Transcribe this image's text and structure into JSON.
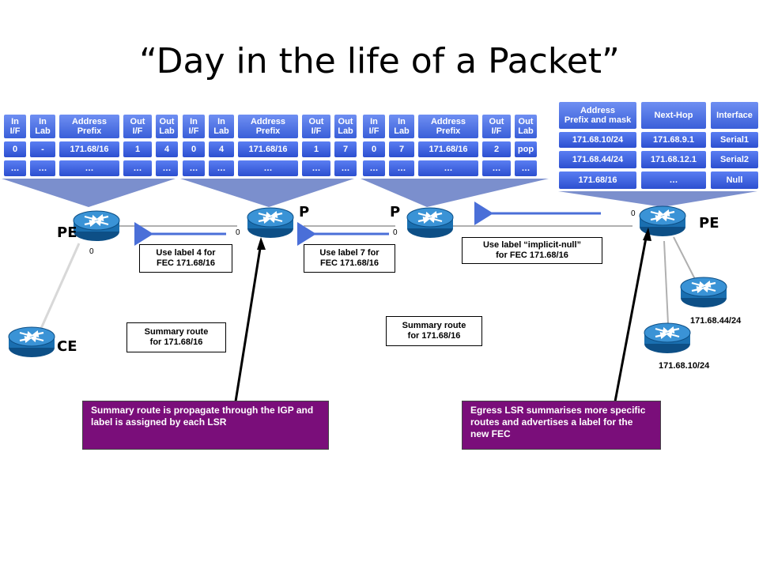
{
  "title": "“Day in the life of a Packet”",
  "lfib_headers": [
    "In\nI/F",
    "In\nLab",
    "Address\nPrefix",
    "Out\nI/F",
    "Out\nLab"
  ],
  "lfib_tables": [
    {
      "rows": [
        [
          "0",
          "-",
          "171.68/16",
          "1",
          "4"
        ],
        [
          "…",
          "…",
          "…",
          "…",
          "…"
        ]
      ]
    },
    {
      "rows": [
        [
          "0",
          "4",
          "171.68/16",
          "1",
          "7"
        ],
        [
          "…",
          "…",
          "…",
          "…",
          "…"
        ]
      ]
    },
    {
      "rows": [
        [
          "0",
          "7",
          "171.68/16",
          "2",
          "pop"
        ],
        [
          "…",
          "…",
          "…",
          "…",
          "…"
        ]
      ]
    }
  ],
  "routing_table": {
    "headers": [
      "Address\nPrefix and mask",
      "Next-Hop",
      "Interface"
    ],
    "rows": [
      [
        "171.68.10/24",
        "171.68.9.1",
        "Serial1"
      ],
      [
        "171.68.44/24",
        "171.68.12.1",
        "Serial2"
      ],
      [
        "171.68/16",
        "…",
        "Null"
      ]
    ]
  },
  "routers": {
    "pe_left": "PE",
    "p_left": "P",
    "p_right": "P",
    "pe_right": "PE",
    "ce": "CE"
  },
  "interface_labels": {
    "pe_left": "0",
    "p_left": "0",
    "p_right": "0",
    "pe_right": "0"
  },
  "advertisements": {
    "label4": "Use label 4 for\nFEC 171.68/16",
    "label7": "Use label 7 for\nFEC 171.68/16",
    "implicit_null": "Use label “implicit-null”\nfor FEC 171.68/16"
  },
  "summary_routes": {
    "left": "Summary route\nfor 171.68/16",
    "right": "Summary route\nfor 171.68/16"
  },
  "subnets": {
    "s44": "171.68.44/24",
    "s10": "171.68.10/24"
  },
  "notes": {
    "left": "Summary route is propagate through the IGP and label is assigned by each LSR",
    "right": "Egress LSR summarises more specific routes and advertises a label for the new FEC"
  },
  "colors": {
    "cell_blue": "#3a5fd9",
    "note_purple": "#7a0e7a",
    "arrow_blue": "#4a6fd8",
    "router_blue": "#1a6fb0"
  },
  "icons": [
    "router-icon",
    "label-arrow"
  ]
}
